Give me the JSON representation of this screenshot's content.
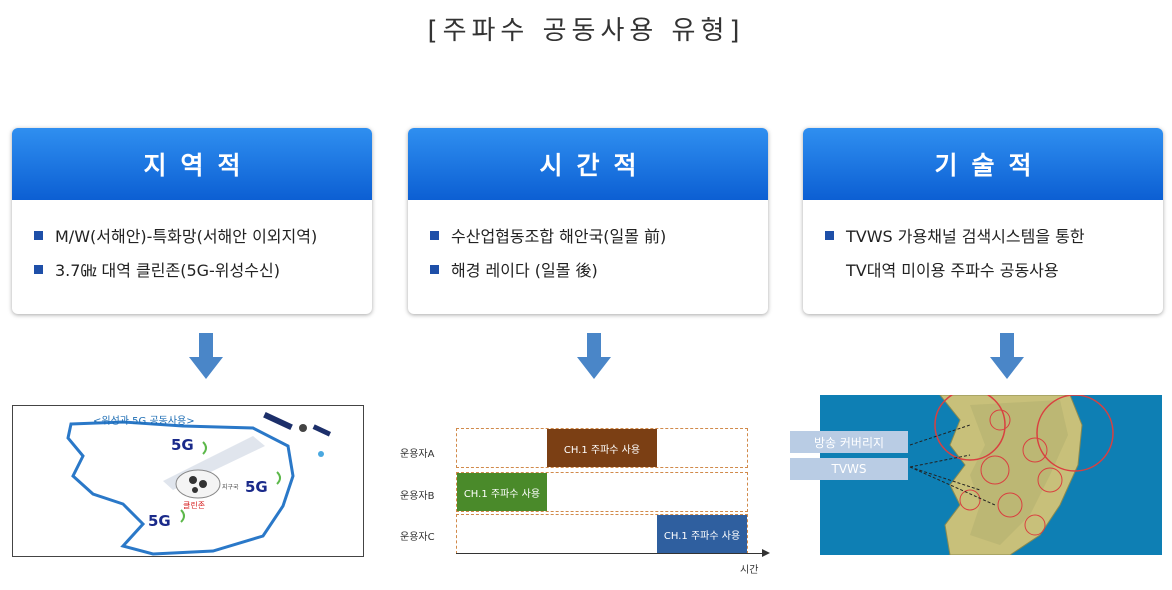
{
  "title": "[주파수 공동사용 유형]",
  "cards": [
    {
      "heading": "지역적",
      "lines": [
        "M/W(서해안)-특화망(서해안 이외지역)",
        "3.7㎓ 대역 클린존(5G-위성수신)"
      ]
    },
    {
      "heading": "시간적",
      "lines": [
        "수산업협동조합 해안국(일몰 前)",
        "해경 레이다 (일몰 後)"
      ]
    },
    {
      "heading": "기술적",
      "lines": [
        "TVWS 가용채널 검색시스템을 통한",
        "TV대역 미이용 주파수 공동사용"
      ]
    }
  ],
  "panel1": {
    "caption": "<위성과 5G 공동사용>",
    "badge_5g": "5G",
    "zone_label": "클린존",
    "earth_label": "지구국"
  },
  "panel2": {
    "users": [
      "운용자A",
      "운용자B",
      "운용자C"
    ],
    "block_label": "CH.1 주파수 사용",
    "axis_label": "시간",
    "blocks": [
      {
        "user": 0,
        "start": 0.31,
        "end": 0.69,
        "color": "#7b3f14"
      },
      {
        "user": 1,
        "start": 0.0,
        "end": 0.31,
        "color": "#4a8a2a"
      },
      {
        "user": 2,
        "start": 0.69,
        "end": 1.0,
        "color": "#2f5f9f"
      }
    ]
  },
  "panel3": {
    "legend_coverage": "방송 커버리지",
    "legend_tvws": "TVWS"
  },
  "colors": {
    "header": "#0c5fd3",
    "bullet": "#1e4fa8",
    "arrow": "#4a86c8"
  }
}
